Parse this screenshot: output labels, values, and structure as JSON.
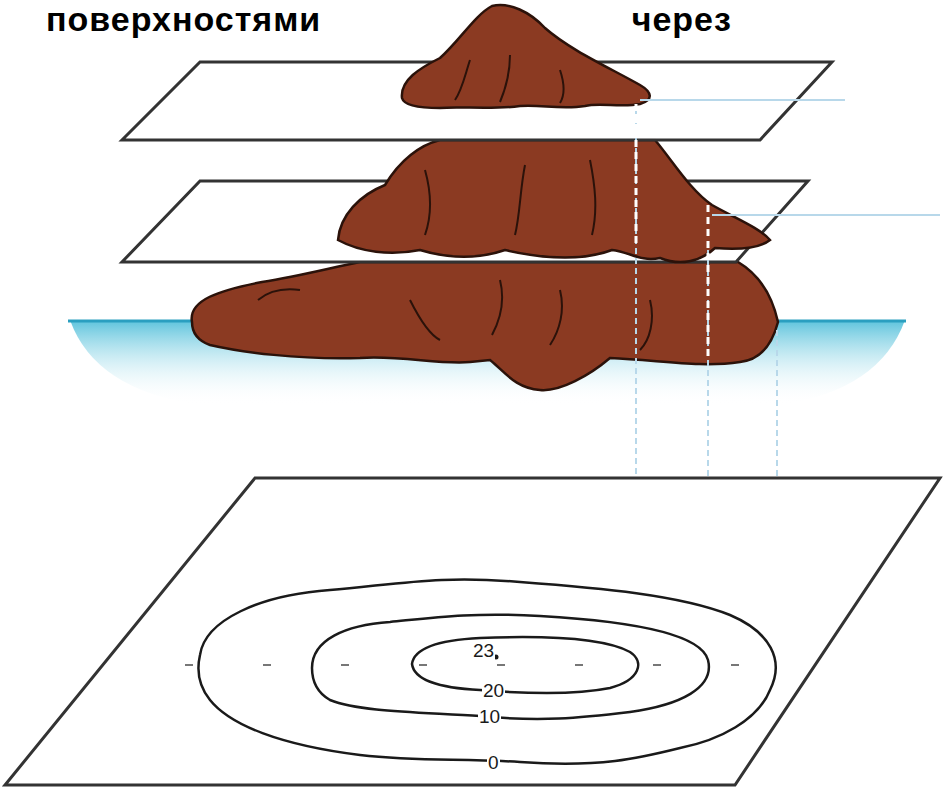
{
  "diagram": {
    "labels": [
      "поверхностями через",
      "23",
      "20",
      "10",
      "0"
    ]
  }
}
